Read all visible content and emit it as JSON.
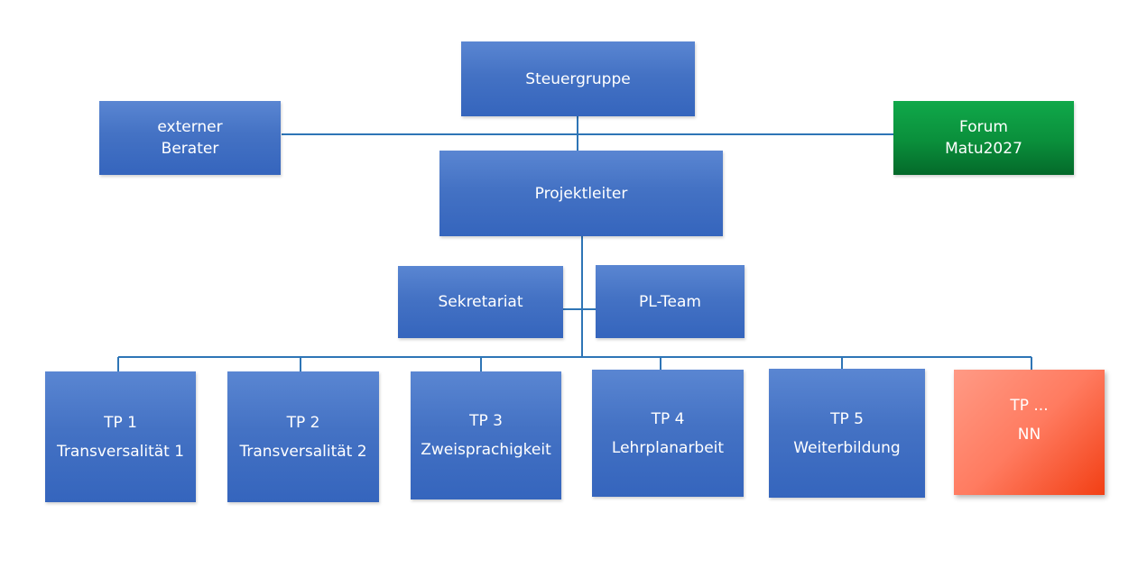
{
  "colors": {
    "connector": "#2e75b6",
    "box_blue": "#4472c4",
    "box_green": "#0a8f3b",
    "box_red": "#ff7b60"
  },
  "steuergruppe": "Steuergruppe",
  "externer_berater": {
    "line1": "externer",
    "line2": "Berater"
  },
  "forum": {
    "line1": "Forum",
    "line2": "Matu2027"
  },
  "projektleiter": "Projektleiter",
  "sekretariat": "Sekretariat",
  "pl_team": "PL-Team",
  "teilprojekte": [
    {
      "num": "TP 1",
      "name": "Transversalität 1"
    },
    {
      "num": "TP 2",
      "name": "Transversalität 2"
    },
    {
      "num": "TP 3",
      "name": "Zweisprachigkeit"
    },
    {
      "num": "TP 4",
      "name": "Lehrplanarbeit"
    },
    {
      "num": "TP 5",
      "name": "Weiterbildung"
    },
    {
      "num": "TP ...",
      "name": "NN"
    }
  ]
}
